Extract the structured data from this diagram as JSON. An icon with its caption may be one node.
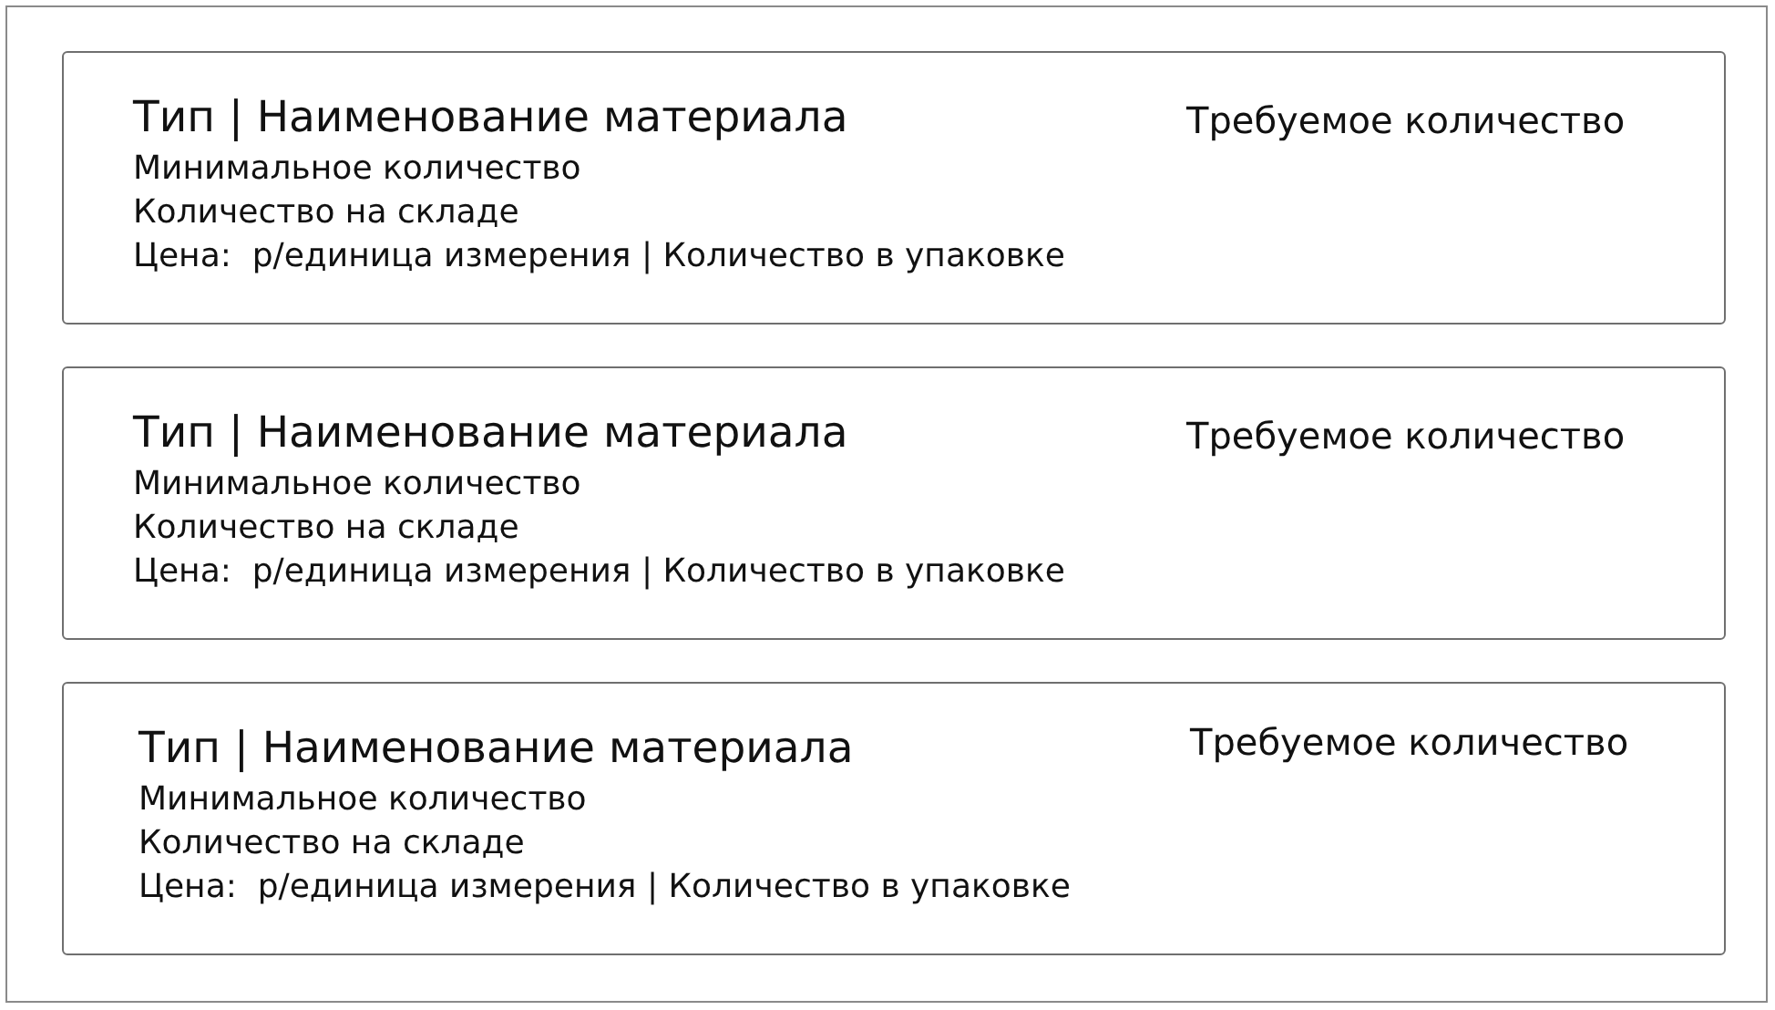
{
  "diagram": {
    "nodes": [
      {
        "text": [],
        "shape": "box"
      },
      {
        "text": [
          "Тип | Наименование материала",
          "Требуемое количество",
          "Минимальное количество",
          "Количество на складе",
          "Цена:  р/единица измерения | Количество в упаковке"
        ],
        "in": 0
      },
      {
        "text": [
          "Тип | Наименование материала",
          "Требуемое количество",
          "Минимальное количество",
          "Количество на складе",
          "Цена:  р/единица измерения | Количество в упаковке"
        ],
        "in": 0
      },
      {
        "text": [
          "Тип | Наименование материала",
          "Требуемое количество",
          "Минимальное количество",
          "Количество на складе",
          "Цена:  р/единица измерения | Количество в упаковке"
        ],
        "in": 0
      }
    ],
    "edges": []
  }
}
